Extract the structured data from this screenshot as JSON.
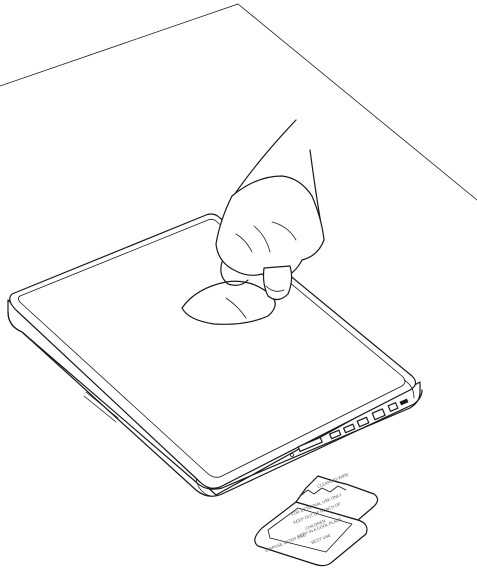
{
  "figure": {
    "subject": "laptop-cleaning-illustration",
    "colors": {
      "line": "#1a1a1a",
      "background": "#ffffff",
      "packet_text": "#555555"
    },
    "packet_text_lines": [
      "FOR EXTERNAL USE ONLY",
      "KEEP OUT OF REACH OF",
      "CHILDREN",
      "KEEP IN A COOL PLACE",
      "BEST USE",
      "CLEANING WIPE",
      "DISPOSE AFTER USE"
    ]
  }
}
